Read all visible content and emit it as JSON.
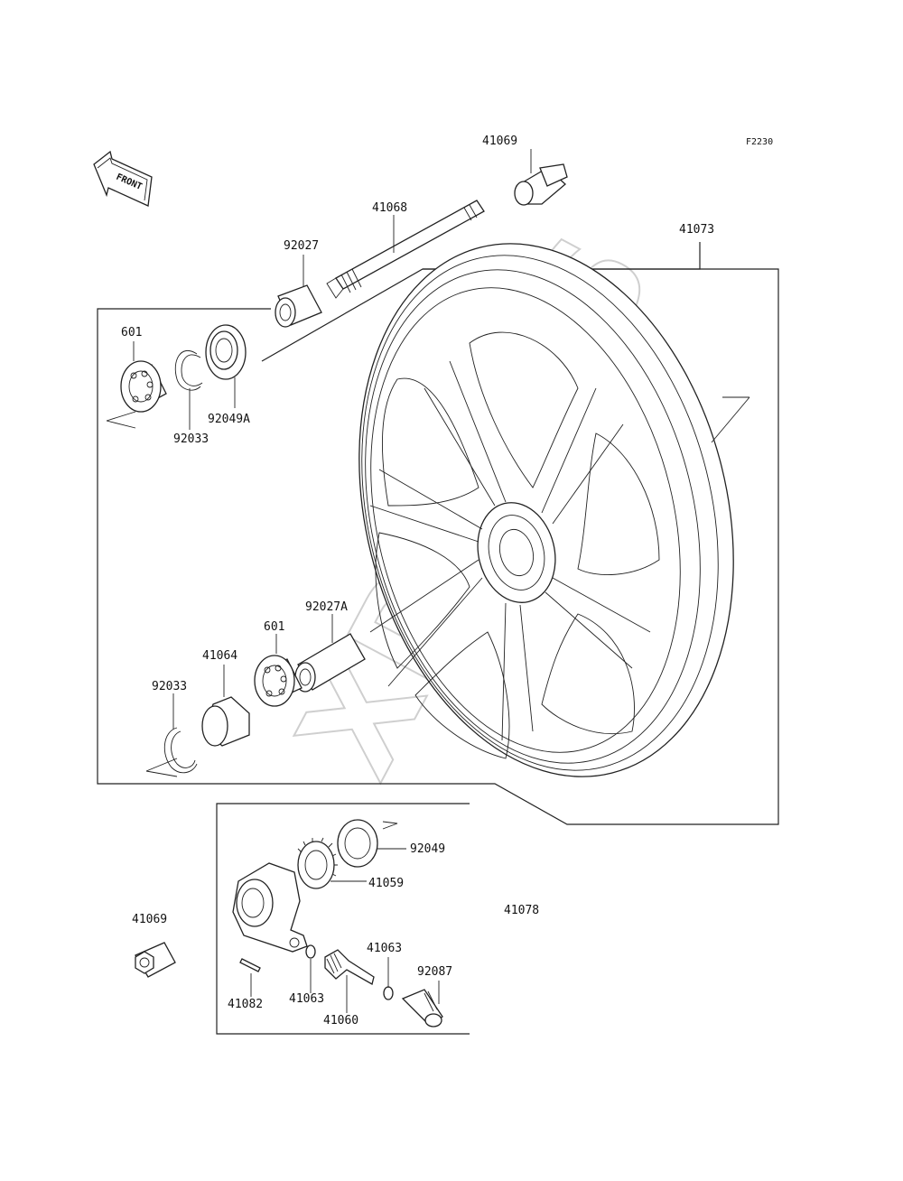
{
  "figure_code": "F2230",
  "front_badge": "FRONT",
  "watermark": "XPARTS",
  "labels": {
    "p41069_top": "41069",
    "p41068": "41068",
    "p41073": "41073",
    "p92027": "92027",
    "p601_top": "601",
    "p92049A": "92049A",
    "p92033_top": "92033",
    "p92027A": "92027A",
    "p601_bottom": "601",
    "p41064": "41064",
    "p92033_bottom": "92033",
    "p92049": "92049",
    "p41059": "41059",
    "p41078": "41078",
    "p41069_bottom": "41069",
    "p41063_right": "41063",
    "p92087": "92087",
    "p41082": "41082",
    "p41063_left": "41063",
    "p41060": "41060"
  }
}
